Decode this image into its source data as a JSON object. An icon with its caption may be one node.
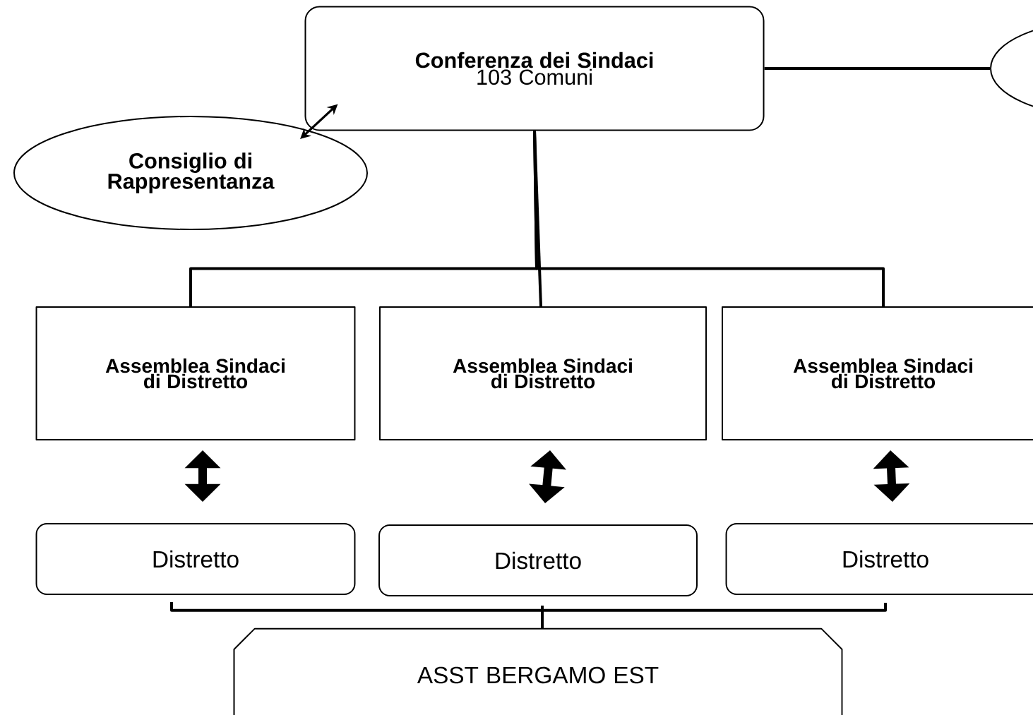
{
  "diagram": {
    "nodes": [
      {
        "text": [
          "Conferenza dei Sindaci",
          "103 Comuni"
        ]
      },
      {
        "text": [
          "Consiglio di Rappresentanza"
        ]
      },
      {
        "text": [],
        "shape": "ellipse"
      },
      {
        "text": [
          "Assemblea Sindaci di Distretto"
        ]
      },
      {
        "text": [
          "Assemblea Sindaci di Distretto"
        ]
      },
      {
        "text": [
          "Assemblea Sindaci di Distretto"
        ]
      },
      {
        "text": [
          "Distretto"
        ]
      },
      {
        "text": [
          "Distretto"
        ]
      },
      {
        "text": [
          "Distretto"
        ]
      },
      {
        "text": [
          "ASST BERGAMO EST"
        ]
      }
    ],
    "edges": [
      {
        "from": 0,
        "to": 1,
        "arrow": "both"
      },
      {
        "from": 0,
        "to": 2,
        "arrow": "none"
      },
      {
        "from": 0,
        "to": 3,
        "arrow": "none"
      },
      {
        "from": 0,
        "to": 4,
        "arrow": "none"
      },
      {
        "from": 0,
        "to": 5,
        "arrow": "none"
      },
      {
        "from": 3,
        "to": 6,
        "arrow": "both",
        "style": "thick"
      },
      {
        "from": 4,
        "to": 7,
        "arrow": "both",
        "style": "thick"
      },
      {
        "from": 5,
        "to": 8,
        "arrow": "both",
        "style": "thick"
      },
      {
        "from": 6,
        "to": 9,
        "arrow": "none"
      },
      {
        "from": 7,
        "to": 9,
        "arrow": "none"
      },
      {
        "from": 8,
        "to": 9,
        "arrow": "none"
      }
    ]
  }
}
